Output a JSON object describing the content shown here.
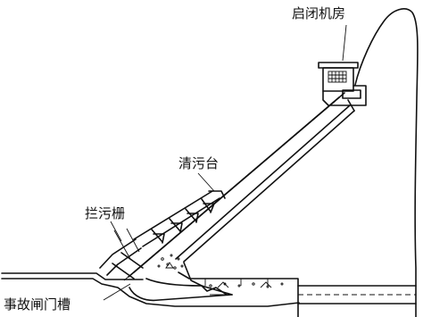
{
  "labels": {
    "hoist_room": "启闭机房",
    "cleaning_platform": "清污台",
    "trash_rack": "拦污栅",
    "emergency_gate_slot": "事故闸门槽"
  }
}
